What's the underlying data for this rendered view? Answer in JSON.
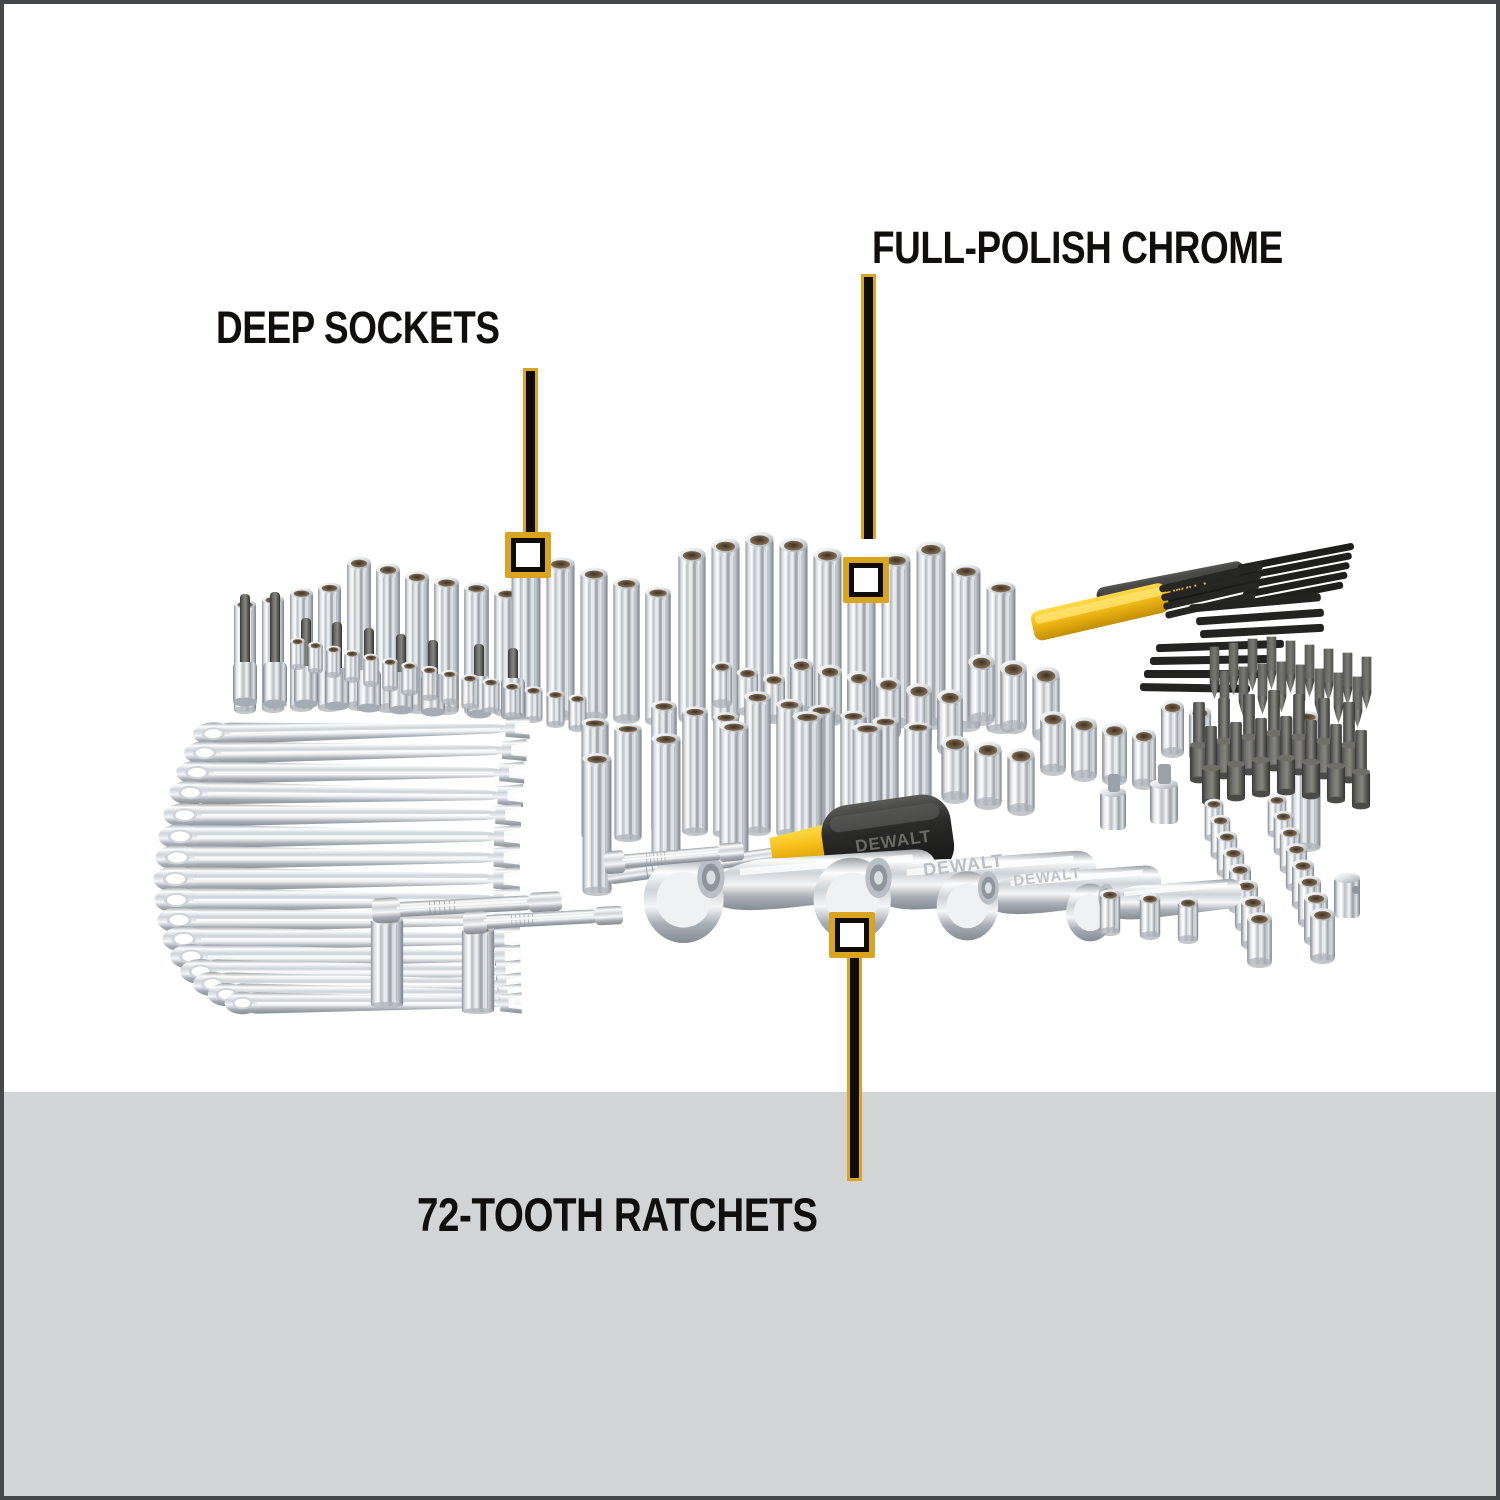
{
  "image": {
    "kind": "product-feature-callout",
    "background_color": "#ffffff",
    "band_color": "#d2d4d6",
    "frame_color": "#46474a",
    "accent_color": "#d9a521",
    "text_color": "#100f0d"
  },
  "callouts": [
    {
      "id": "deep-sockets",
      "label": "DEEP SOCKETS",
      "marker_shape": "square",
      "leader_direction": "down"
    },
    {
      "id": "full-polish-chrome",
      "label": "FULL-POLISH CHROME",
      "marker_shape": "square",
      "leader_direction": "down"
    },
    {
      "id": "72-tooth-ratchets",
      "label": "72-TOOTH RATCHETS",
      "marker_shape": "square",
      "leader_direction": "up"
    }
  ],
  "product": {
    "description": "Mechanics tool set laid out flat",
    "brand_text_on_tools": "DEWALT",
    "groups": [
      {
        "name": "deep-sockets-row",
        "finish": "polished chrome"
      },
      {
        "name": "standard-sockets-row",
        "finish": "polished chrome"
      },
      {
        "name": "combination-wrench-fan",
        "finish": "polished chrome"
      },
      {
        "name": "ratchets",
        "finish": "polished chrome"
      },
      {
        "name": "extension-bars",
        "finish": "polished chrome"
      },
      {
        "name": "hex-key-folders",
        "finish": "yellow and black"
      },
      {
        "name": "screwdriver-bits",
        "finish": "black oxide"
      },
      {
        "name": "bit-sockets",
        "finish": "black oxide"
      },
      {
        "name": "nut-driver-handle",
        "finish": "black and yellow"
      },
      {
        "name": "adapters",
        "finish": "polished chrome"
      }
    ]
  }
}
